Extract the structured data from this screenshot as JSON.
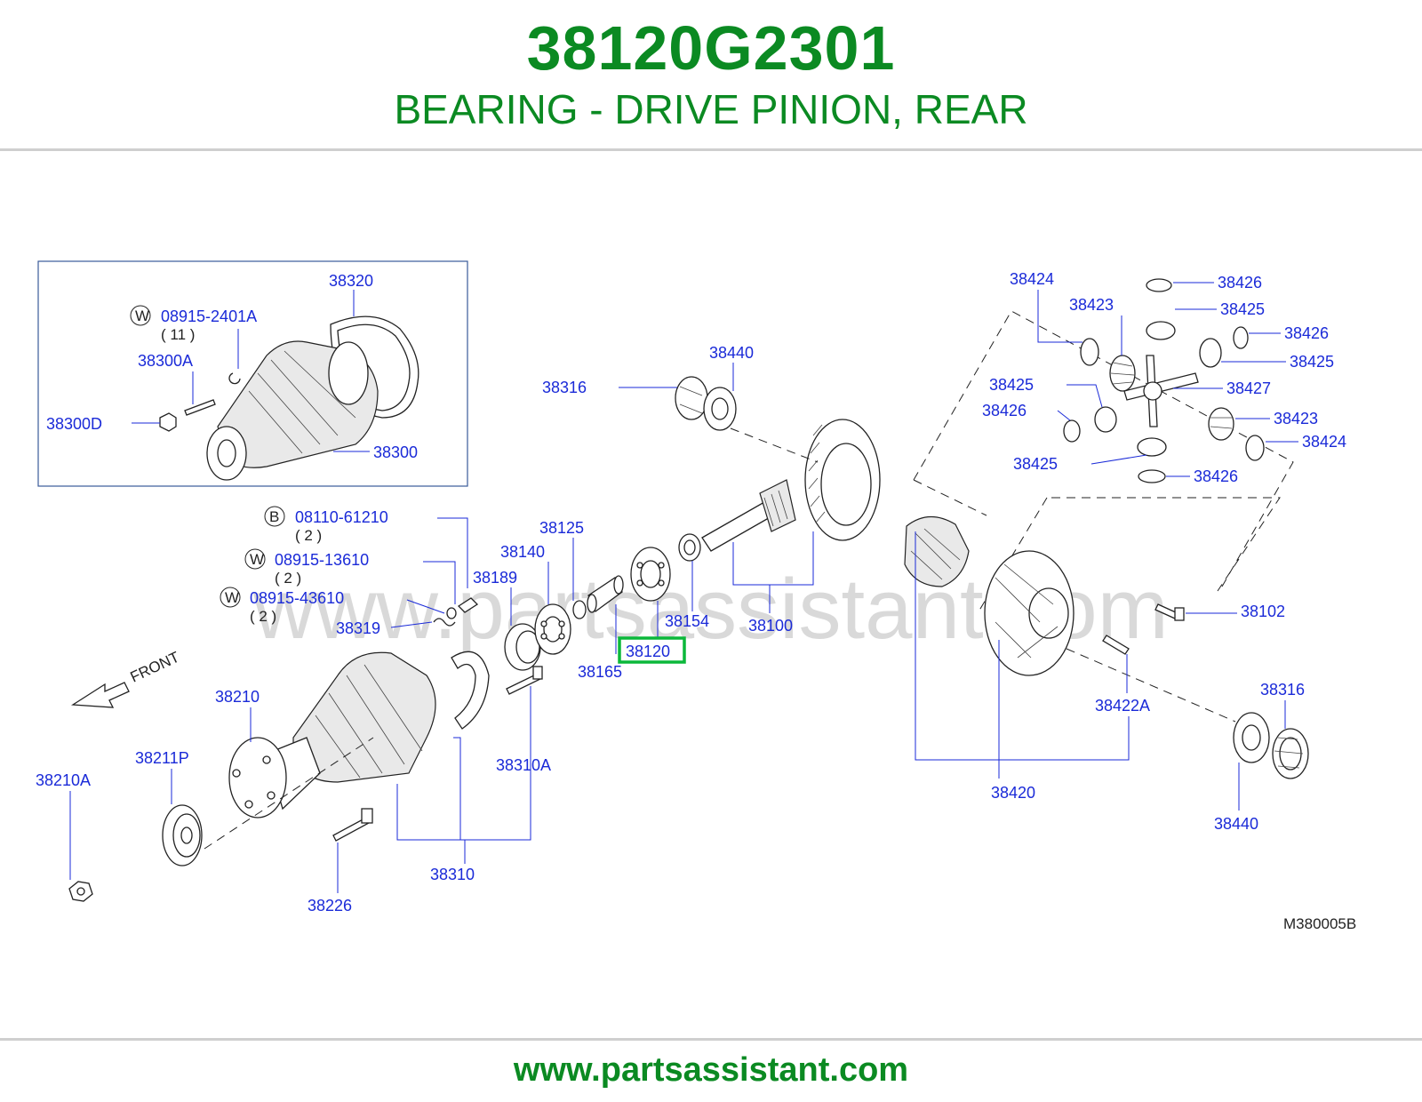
{
  "header": {
    "part_number": "38120G2301",
    "description": "BEARING - DRIVE PINION, REAR"
  },
  "footer": {
    "url": "www.partsassistant.com"
  },
  "watermark": "www.partsassistant.com",
  "diagram_code": "M380005B",
  "highlight_color": "#0bb83a",
  "labels": {
    "l38320": "38320",
    "l08915_2401A": "08915-2401A",
    "q11": "( 11 )",
    "l38300A": "38300A",
    "l38300D": "38300D",
    "l38300": "38300",
    "l08110_61210": "08110-61210",
    "q2a": "( 2 )",
    "l08915_13610": "08915-13610",
    "q2b": "( 2 )",
    "l08915_43610": "08915-43610",
    "q2c": "( 2 )",
    "l38319": "38319",
    "l38189": "38189",
    "l38140": "38140",
    "l38125": "38125",
    "l38120": "38120",
    "l38165": "38165",
    "l38154": "38154",
    "l38100": "38100",
    "l38316a": "38316",
    "l38440a": "38440",
    "l38210": "38210",
    "l38211P": "38211P",
    "l38210A": "38210A",
    "l38226": "38226",
    "l38310": "38310",
    "l38310A": "38310A",
    "front": "FRONT",
    "l38424a": "38424",
    "l38423a": "38423",
    "l38426a": "38426",
    "l38425a": "38425",
    "l38426b": "38426",
    "l38425b": "38425",
    "l38425c": "38425",
    "l38427": "38427",
    "l38426c": "38426",
    "l38423b": "38423",
    "l38424b": "38424",
    "l38425d": "38425",
    "l38426d": "38426",
    "l38102": "38102",
    "l38422A": "38422A",
    "l38420": "38420",
    "l38316b": "38316",
    "l38440b": "38440",
    "keyW": "W",
    "keyB": "B"
  }
}
